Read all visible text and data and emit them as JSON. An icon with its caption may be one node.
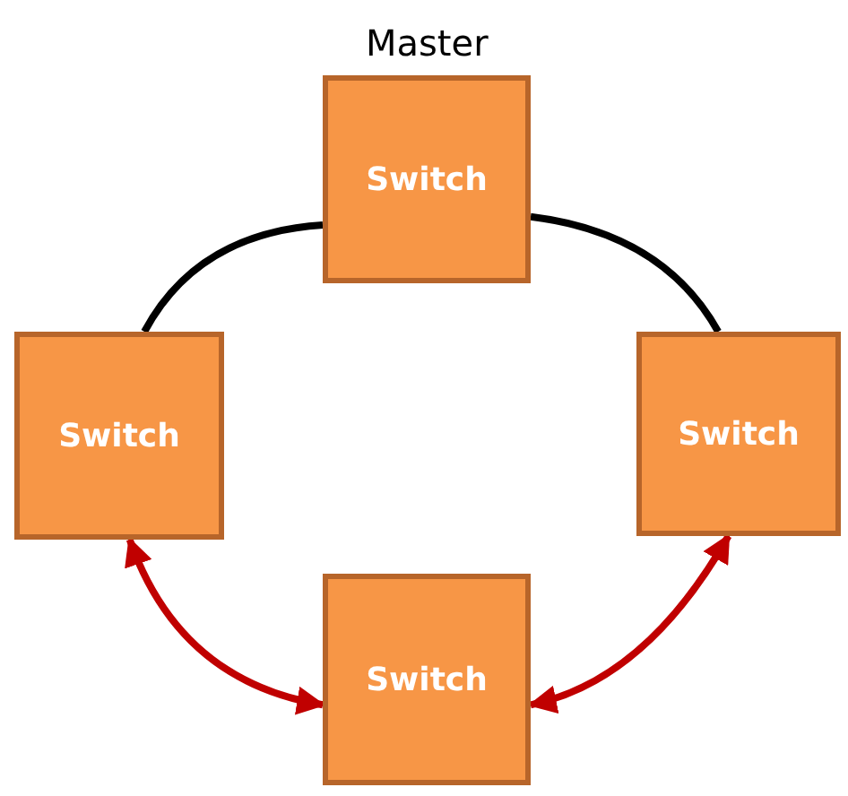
{
  "diagram": {
    "nodes": [
      {
        "text": [
          "Switch"
        ],
        "beside": [
          "Master"
        ]
      },
      {
        "text": [
          "Switch"
        ]
      },
      {
        "text": [
          "Switch"
        ]
      },
      {
        "text": [
          "Switch"
        ]
      }
    ],
    "edges": [
      {
        "from": 1,
        "to": 0,
        "arrow": "none"
      },
      {
        "from": 0,
        "to": 2,
        "arrow": "none"
      },
      {
        "from": 1,
        "to": 3,
        "arrow": "both",
        "color": "#c00000"
      },
      {
        "from": 3,
        "to": 2,
        "arrow": "both",
        "color": "#c00000"
      }
    ]
  }
}
